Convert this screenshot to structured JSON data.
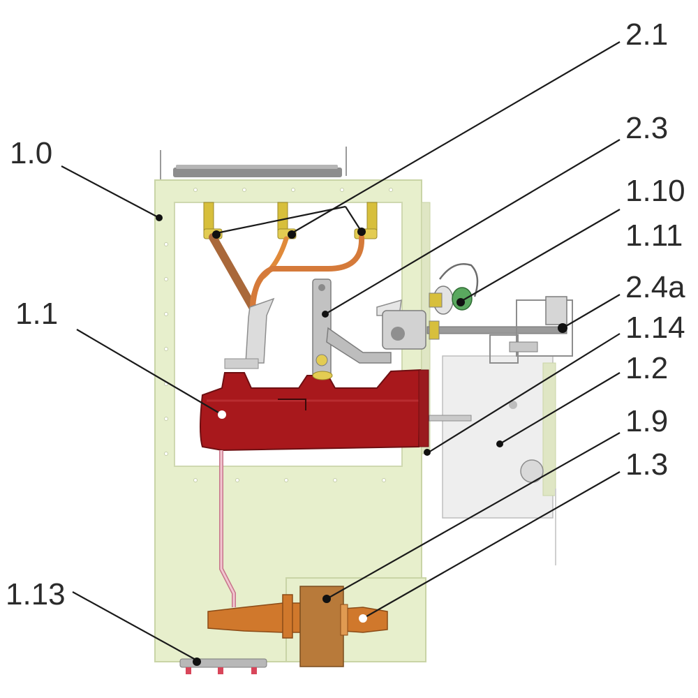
{
  "colors": {
    "panel": "#e7efcc",
    "panel_edge": "#c9d4a6",
    "window": "#ffffff",
    "busbar_red": "#a8181c",
    "copper": "#d0782c",
    "bronze": "#b87a3a",
    "silver": "#c8c8c8",
    "mechanism": "#e9e9e9",
    "label_text": "#2b2b2b",
    "leader": "#1a1a1a"
  },
  "callouts": [
    {
      "id": "1.0",
      "label": "1.0"
    },
    {
      "id": "2.1",
      "label": "2.1"
    },
    {
      "id": "2.3",
      "label": "2.3"
    },
    {
      "id": "1.10",
      "label": "1.10"
    },
    {
      "id": "1.11",
      "label": "1.11"
    },
    {
      "id": "2.4a",
      "label": "2.4a"
    },
    {
      "id": "1.1",
      "label": "1.1"
    },
    {
      "id": "1.14",
      "label": "1.14"
    },
    {
      "id": "1.2",
      "label": "1.2"
    },
    {
      "id": "1.9",
      "label": "1.9"
    },
    {
      "id": "1.3",
      "label": "1.3"
    },
    {
      "id": "1.13",
      "label": "1.13"
    }
  ]
}
